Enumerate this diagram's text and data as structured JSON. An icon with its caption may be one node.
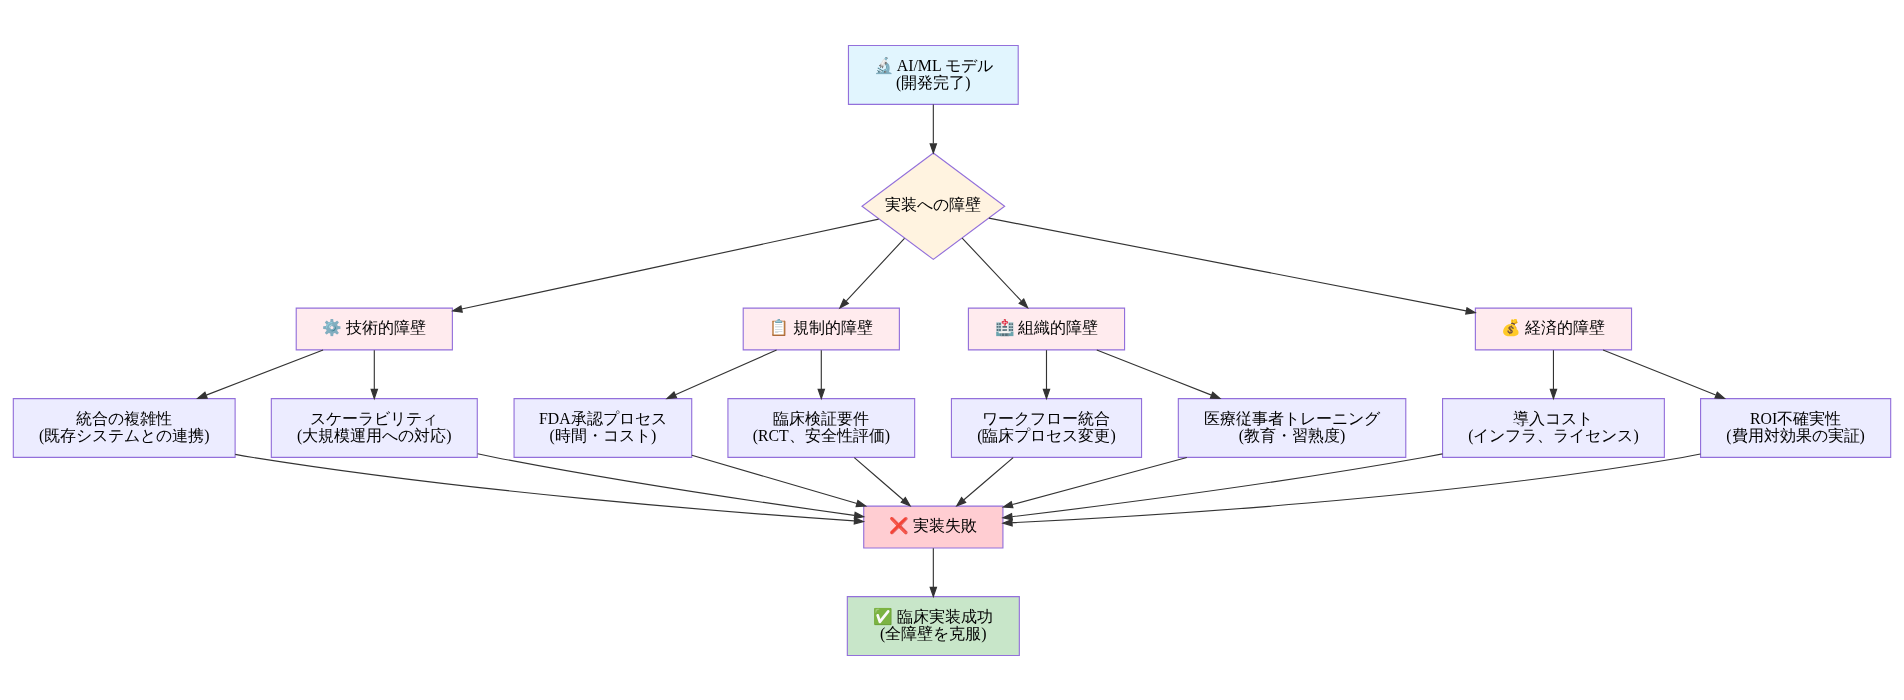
{
  "diagram": {
    "nodes": [
      {
        "text": [
          "🔬 AI/ML モデル",
          "(開発完了)"
        ]
      },
      {
        "text": [
          "実装への障壁"
        ]
      },
      {
        "text": [
          "⚙️ 技術的障壁"
        ]
      },
      {
        "text": [
          "📋 規制的障壁"
        ]
      },
      {
        "text": [
          "🏥 組織的障壁"
        ]
      },
      {
        "text": [
          "💰 経済的障壁"
        ]
      },
      {
        "text": [
          "統合の複雑性",
          "(既存システムとの連携)"
        ]
      },
      {
        "text": [
          "スケーラビリティ",
          "(大規模運用への対応)"
        ]
      },
      {
        "text": [
          "FDA承認プロセス",
          "(時間・コスト)"
        ]
      },
      {
        "text": [
          "臨床検証要件",
          "(RCT、安全性評価)"
        ]
      },
      {
        "text": [
          "ワークフロー統合",
          "(臨床プロセス変更)"
        ]
      },
      {
        "text": [
          "医療従事者トレーニング",
          "(教育・習熟度)"
        ]
      },
      {
        "text": [
          "導入コスト",
          "(インフラ、ライセンス)"
        ]
      },
      {
        "text": [
          "ROI不確実性",
          "(費用対効果の実証)"
        ]
      },
      {
        "text": [
          "❌ 実装失敗"
        ]
      },
      {
        "text": [
          "✅ 臨床実装成功",
          "(全障壁を克服)"
        ]
      }
    ],
    "edges": [
      {
        "from": 0,
        "to": 1,
        "arrow": "to"
      },
      {
        "from": 1,
        "to": 2,
        "arrow": "to"
      },
      {
        "from": 1,
        "to": 3,
        "arrow": "to"
      },
      {
        "from": 1,
        "to": 4,
        "arrow": "to"
      },
      {
        "from": 1,
        "to": 5,
        "arrow": "to"
      },
      {
        "from": 2,
        "to": 6,
        "arrow": "to"
      },
      {
        "from": 2,
        "to": 7,
        "arrow": "to"
      },
      {
        "from": 3,
        "to": 8,
        "arrow": "to"
      },
      {
        "from": 3,
        "to": 9,
        "arrow": "to"
      },
      {
        "from": 4,
        "to": 10,
        "arrow": "to"
      },
      {
        "from": 4,
        "to": 11,
        "arrow": "to"
      },
      {
        "from": 5,
        "to": 12,
        "arrow": "to"
      },
      {
        "from": 5,
        "to": 13,
        "arrow": "to"
      },
      {
        "from": 6,
        "to": 14,
        "arrow": "to"
      },
      {
        "from": 7,
        "to": 14,
        "arrow": "to"
      },
      {
        "from": 8,
        "to": 14,
        "arrow": "to"
      },
      {
        "from": 9,
        "to": 14,
        "arrow": "to"
      },
      {
        "from": 10,
        "to": 14,
        "arrow": "to"
      },
      {
        "from": 11,
        "to": 14,
        "arrow": "to"
      },
      {
        "from": 12,
        "to": 14,
        "arrow": "to"
      },
      {
        "from": 13,
        "to": 14,
        "arrow": "to"
      },
      {
        "from": 14,
        "to": 15,
        "arrow": "to"
      }
    ]
  }
}
